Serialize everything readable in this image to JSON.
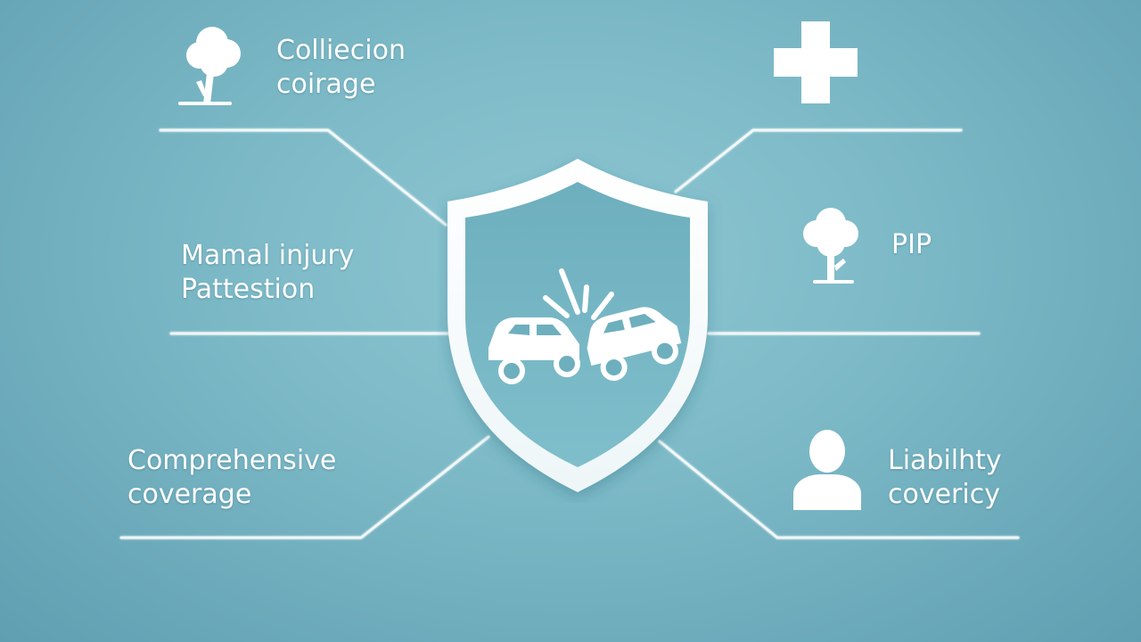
{
  "colors": {
    "background_center": "#8ec6d2",
    "background_edge": "#5f9fb1",
    "foreground": "#ffffff",
    "shield_inner": "#7bb9c7"
  },
  "shield": {
    "icon": "car-crash-icon"
  },
  "items": [
    {
      "id": "collision",
      "icon": "tree-icon",
      "line1": "Colliecion",
      "line2": "coirage"
    },
    {
      "id": "medical",
      "icon": "plus-cross-icon",
      "line1": "",
      "line2": ""
    },
    {
      "id": "personal-injury",
      "icon": "",
      "line1": "Mamal injury",
      "line2": "Pattestion"
    },
    {
      "id": "pip",
      "icon": "tree-icon",
      "line1": "PIP",
      "line2": ""
    },
    {
      "id": "comprehensive",
      "icon": "",
      "line1": "Comprehensive",
      "line2": "coverage"
    },
    {
      "id": "liability",
      "icon": "person-icon",
      "line1": "Liabilhty",
      "line2": "covericy"
    }
  ]
}
